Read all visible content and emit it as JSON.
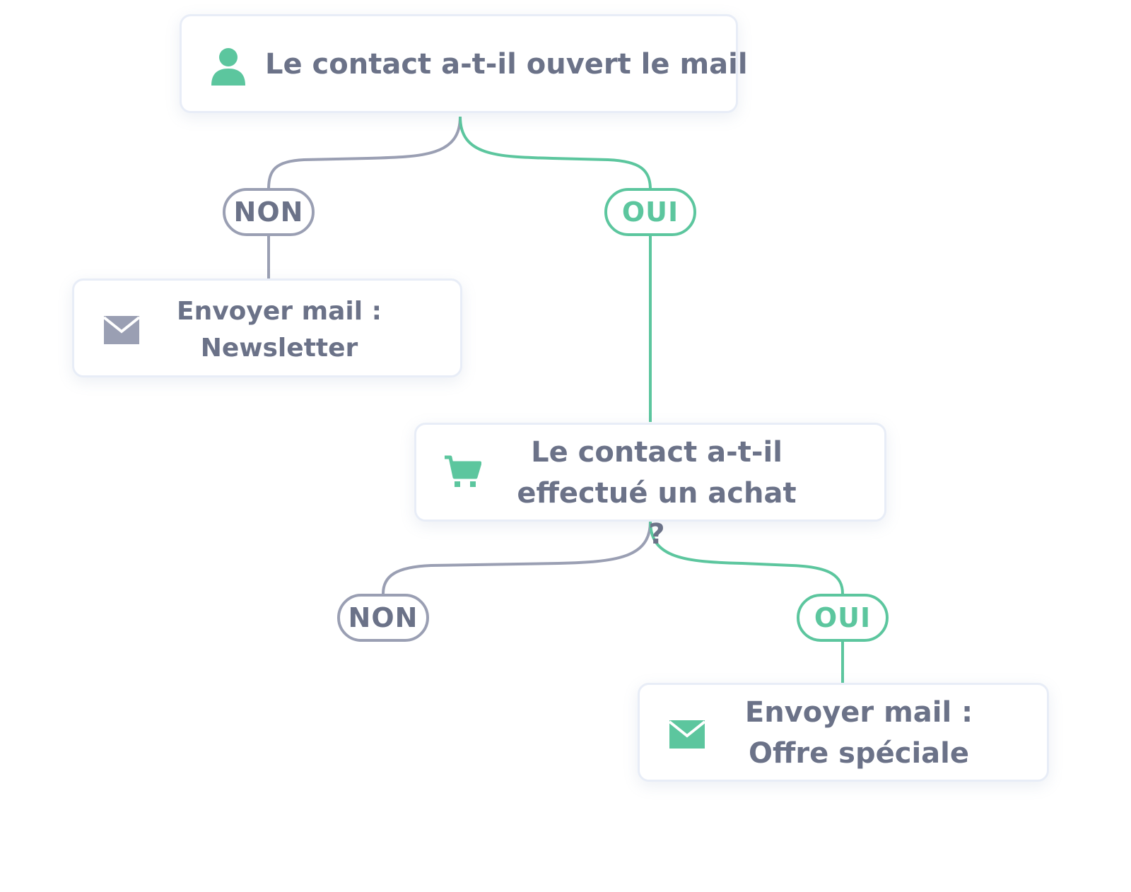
{
  "colors": {
    "accent_green": "#5cc69e",
    "neutral_gray": "#9a9fb3",
    "text_gray": "#6b7288"
  },
  "diagram": {
    "question_1": {
      "icon": "user-icon",
      "text": "Le contact a-t-il ouvert le mail"
    },
    "branch_1_no": "NON",
    "branch_1_yes": "OUI",
    "action_1": {
      "icon": "mail-icon",
      "line1": "Envoyer mail :",
      "line2": "Newsletter"
    },
    "question_2": {
      "icon": "cart-icon",
      "line1": "Le contact a-t-il",
      "line2": "effectué un achat ?"
    },
    "branch_2_no": "NON",
    "branch_2_yes": "OUI",
    "action_2": {
      "icon": "mail-icon",
      "line1": "Envoyer mail :",
      "line2": "Offre spéciale"
    }
  }
}
